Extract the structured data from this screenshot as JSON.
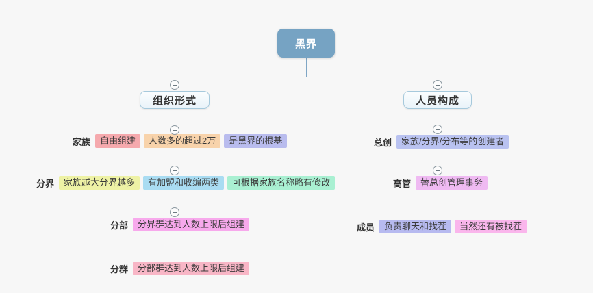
{
  "theme": {
    "canvas_bg": "#f7f7f7",
    "line_color": "#7fa6c5",
    "root_fill": "#76a3c3",
    "root_text_color": "#ffffff",
    "node_border": "#a6c9dc",
    "node_text_color": "#333333",
    "tag_text_color": "#3a3a3a"
  },
  "icons": {
    "collapse": "collapse-minus-icon"
  },
  "root": {
    "label": "黑界"
  },
  "branches": [
    {
      "label": "组织形式"
    },
    {
      "label": "人员构成"
    }
  ],
  "left_rows": [
    {
      "label": "家族",
      "tags": [
        {
          "text": "自由组建",
          "bg": "#f5a9ad"
        },
        {
          "text": "人数多的超过2万",
          "bg": "#f8d3ab"
        },
        {
          "text": "是黑界的根基",
          "bg": "#b9bcee"
        }
      ]
    },
    {
      "label": "分界",
      "tags": [
        {
          "text": "家族越大分界越多",
          "bg": "#eef2a5"
        },
        {
          "text": "有加盟和收编两类",
          "bg": "#a9dcf2"
        },
        {
          "text": "可根据家族名称略有修改",
          "bg": "#a9f0d2"
        }
      ]
    },
    {
      "label": "分部",
      "tags": [
        {
          "text": "分界群达到人数上限后组建",
          "bg": "#f7a9ec"
        }
      ]
    },
    {
      "label": "分群",
      "tags": [
        {
          "text": "分部群达到人数上限后组建",
          "bg": "#f8b6c6"
        }
      ]
    }
  ],
  "right_rows": [
    {
      "label": "总创",
      "tags": [
        {
          "text": "家族/分界/分布等的创建者",
          "bg": "#b9c2f0"
        }
      ]
    },
    {
      "label": "高管",
      "tags": [
        {
          "text": "替总创管理事务",
          "bg": "#efbaf2"
        }
      ]
    },
    {
      "label": "成员",
      "tags": [
        {
          "text": "负责聊天和找茬",
          "bg": "#b7baf0"
        },
        {
          "text": "当然还有被找茬",
          "bg": "#fab6ec"
        }
      ]
    }
  ]
}
